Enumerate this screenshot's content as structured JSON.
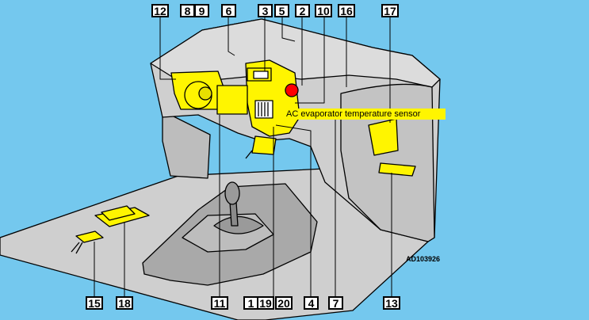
{
  "colors": {
    "background": "#74c8ee",
    "interior": "#cfcfcf",
    "interior_shadow": "#a9a9a9",
    "component": "#fff500",
    "sensor_dot": "#ff0000"
  },
  "callouts": {
    "c1": "1",
    "c2": "2",
    "c3": "3",
    "c4": "4",
    "c5": "5",
    "c6": "6",
    "c7": "7",
    "c8": "8",
    "c9": "9",
    "c10": "10",
    "c11": "11",
    "c12": "12",
    "c13": "13",
    "c15": "15",
    "c16": "16",
    "c17": "17",
    "c18": "18",
    "c19": "19",
    "c20": "20"
  },
  "sensor_label": "AC evaporator temperature sensor",
  "figure_code": "AD103926"
}
